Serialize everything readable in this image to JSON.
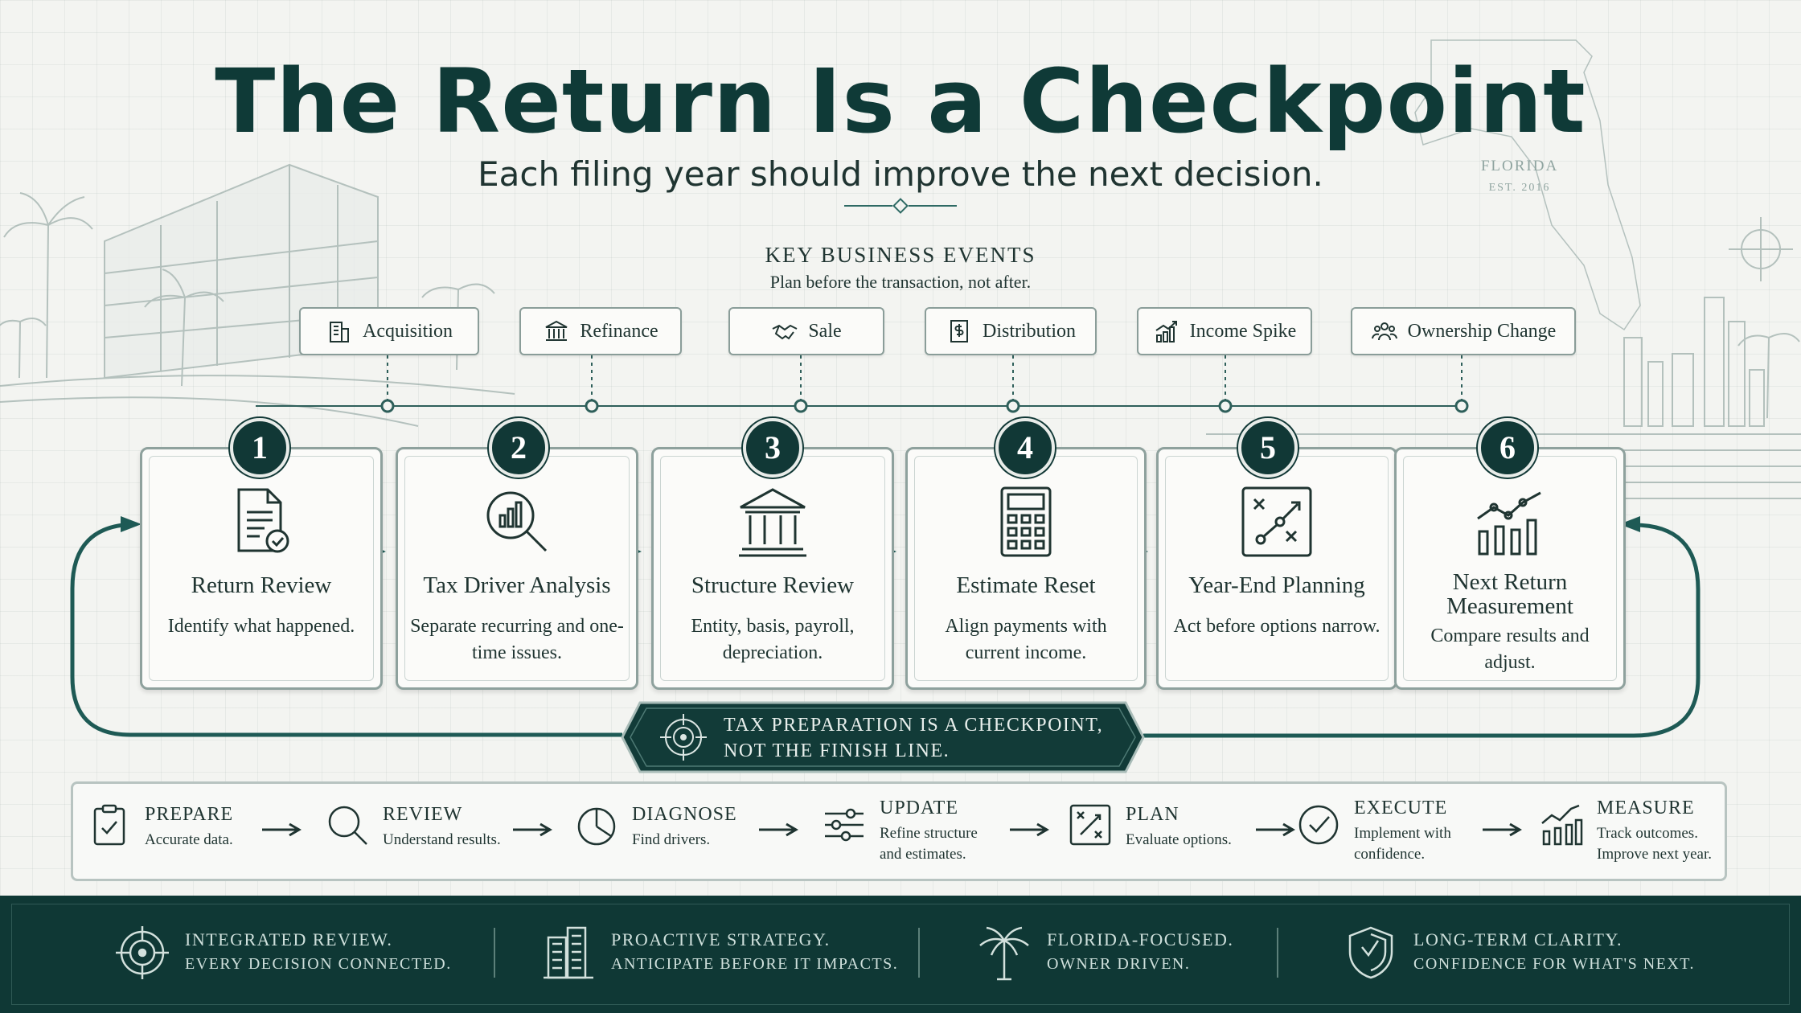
{
  "header": {
    "title": "The Return Is a Checkpoint",
    "subtitle": "Each filing year should improve the next decision."
  },
  "badge_florida": {
    "state": "FLORIDA",
    "est": "EST. 2016"
  },
  "key_events": {
    "title": "KEY BUSINESS EVENTS",
    "subtitle": "Plan before the transaction, not after.",
    "items": [
      {
        "label": "Acquisition",
        "icon": "building-icon"
      },
      {
        "label": "Refinance",
        "icon": "bank-icon"
      },
      {
        "label": "Sale",
        "icon": "handshake-icon"
      },
      {
        "label": "Distribution",
        "icon": "dollar-document-icon"
      },
      {
        "label": "Income Spike",
        "icon": "rising-bars-icon"
      },
      {
        "label": "Ownership Change",
        "icon": "people-icon"
      }
    ]
  },
  "steps": [
    {
      "number": "1",
      "title": "Return Review",
      "desc": "Identify what happened.",
      "icon": "document-check-icon"
    },
    {
      "number": "2",
      "title": "Tax Driver Analysis",
      "desc": "Separate recurring and one-time issues.",
      "icon": "magnifier-chart-icon"
    },
    {
      "number": "3",
      "title": "Structure Review",
      "desc": "Entity, basis, payroll, depreciation.",
      "icon": "columns-building-icon"
    },
    {
      "number": "4",
      "title": "Estimate Reset",
      "desc": "Align payments with current income.",
      "icon": "calculator-icon"
    },
    {
      "number": "5",
      "title": "Year-End Planning",
      "desc": "Act before options narrow.",
      "icon": "strategy-board-icon"
    },
    {
      "number": "6",
      "title": "Next Return Measurement",
      "desc": "Compare results and adjust.",
      "icon": "growth-chart-icon"
    }
  ],
  "banner": {
    "line1": "TAX PREPARATION IS A CHECKPOINT,",
    "line2": "NOT THE FINISH LINE."
  },
  "process": [
    {
      "title": "PREPARE",
      "desc1": "Accurate data.",
      "desc2": "",
      "icon": "clipboard-check-icon"
    },
    {
      "title": "REVIEW",
      "desc1": "Understand results.",
      "desc2": "",
      "icon": "magnifier-icon"
    },
    {
      "title": "DIAGNOSE",
      "desc1": "Find drivers.",
      "desc2": "",
      "icon": "pie-chart-icon"
    },
    {
      "title": "UPDATE",
      "desc1": "Refine structure",
      "desc2": "and estimates.",
      "icon": "sliders-icon"
    },
    {
      "title": "PLAN",
      "desc1": "Evaluate options.",
      "desc2": "",
      "icon": "strategy-icon"
    },
    {
      "title": "EXECUTE",
      "desc1": "Implement with",
      "desc2": "confidence.",
      "icon": "check-circle-icon"
    },
    {
      "title": "MEASURE",
      "desc1": "Track outcomes.",
      "desc2": "Improve next year.",
      "icon": "bar-trend-icon"
    }
  ],
  "footer": [
    {
      "line1": "INTEGRATED REVIEW.",
      "line2": "EVERY DECISION CONNECTED.",
      "icon": "target-icon"
    },
    {
      "line1": "PROACTIVE STRATEGY.",
      "line2": "ANTICIPATE BEFORE IT IMPACTS.",
      "icon": "buildings-icon"
    },
    {
      "line1": "FLORIDA-FOCUSED.",
      "line2": "OWNER DRIVEN.",
      "icon": "palm-tree-icon"
    },
    {
      "line1": "LONG-TERM CLARITY.",
      "line2": "CONFIDENCE FOR WHAT'S NEXT.",
      "icon": "shield-icon"
    }
  ],
  "colors": {
    "primary": "#0f3a37",
    "accent": "#113836",
    "card_border": "#8ea19d",
    "background": "#f3f4f1"
  }
}
